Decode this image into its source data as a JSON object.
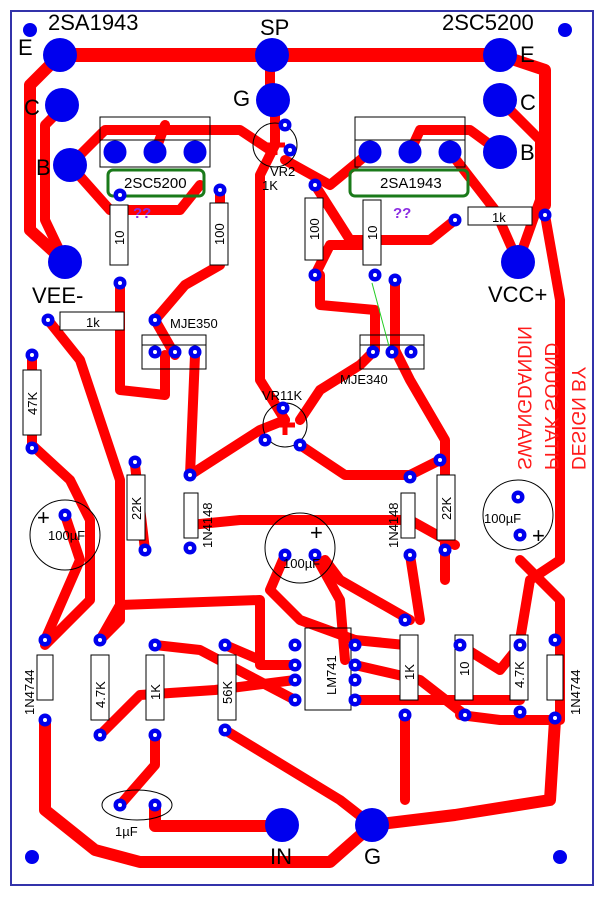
{
  "pins": {
    "top_left": "2SA1943",
    "top_center": "SP",
    "top_right": "2SC5200",
    "e_left": "E",
    "e_right": "E",
    "c_left": "C",
    "c_right": "C",
    "b_left": "B",
    "b_right": "B",
    "g_top": "G",
    "vee": "VEE-",
    "vcc": "VCC+",
    "in": "IN",
    "g_bottom": "G"
  },
  "components": {
    "q_left_label": "2SC5200",
    "q_right_label": "2SA1943",
    "vr2": "VR2",
    "vr2_val": "1K",
    "vr1": "VR11K",
    "mje350": "MJE350",
    "mje340": "MJE340",
    "lm741": "LM741",
    "r_1k_left": "1k",
    "r_1k_right": "1k",
    "r_10_a": "10",
    "r_100_a": "100",
    "r_100_b": "100",
    "r_10_b": "10",
    "r_47k": "47K",
    "r_22k_a": "22K",
    "r_22k_b": "22K",
    "d_1n4148_a": "1N4148",
    "d_1n4148_b": "1N4148",
    "c_100uf_left": "100µF",
    "c_100uf_mid": "100µF",
    "c_100uf_right": "100µF",
    "z_left": "1N4744",
    "z_right": "1N4744",
    "r_4k7_a": "4.7K",
    "r_1k_b": "1K",
    "r_56k": "56K",
    "r_1k_c": "1K",
    "r_10_c": "10",
    "r_4k7_b": "4.7K",
    "c_1uf": "1µF",
    "qq_left": "??",
    "qq_right": "??"
  },
  "credit": {
    "line1": "DESIGN BY",
    "line2": "PITAK SOUND",
    "line3": "SWANGDANDIN"
  },
  "colors": {
    "trace": "#ff0000",
    "pad": "#0000ee",
    "outline": "#000000",
    "green_box": "#1a7a1a"
  }
}
